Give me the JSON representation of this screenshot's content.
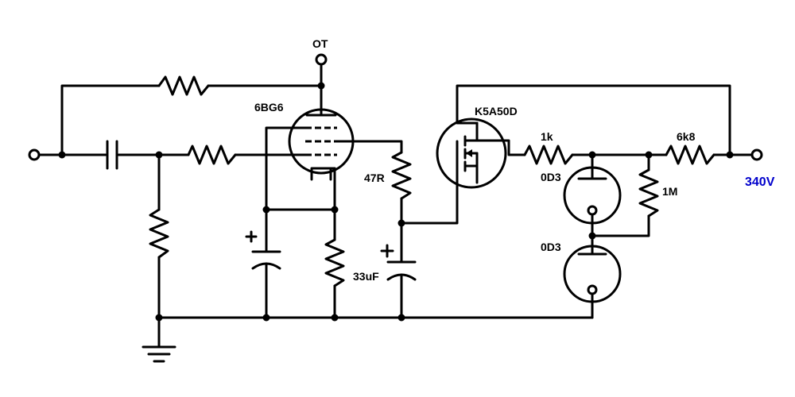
{
  "labels": {
    "output_transformer": "OT",
    "tube": "6BG6",
    "mosfet": "K5A50D",
    "r_gate_stopper": "47R",
    "r_series": "1k",
    "vr_tube_top": "0D3",
    "vr_tube_bottom": "0D3",
    "r_bleeder": "1M",
    "r_supply": "6k8",
    "cap_bypass": "33uF",
    "supply_voltage": "340V"
  },
  "colors": {
    "wire": "#000000",
    "supply_label": "#0000cc"
  },
  "icons": [
    "input-terminal-icon",
    "output-terminal-icon",
    "supply-terminal-icon",
    "ground-icon",
    "capacitor-icon",
    "resistor-icon",
    "vacuum-tube-icon",
    "mosfet-icon",
    "voltage-regulator-tube-icon"
  ]
}
